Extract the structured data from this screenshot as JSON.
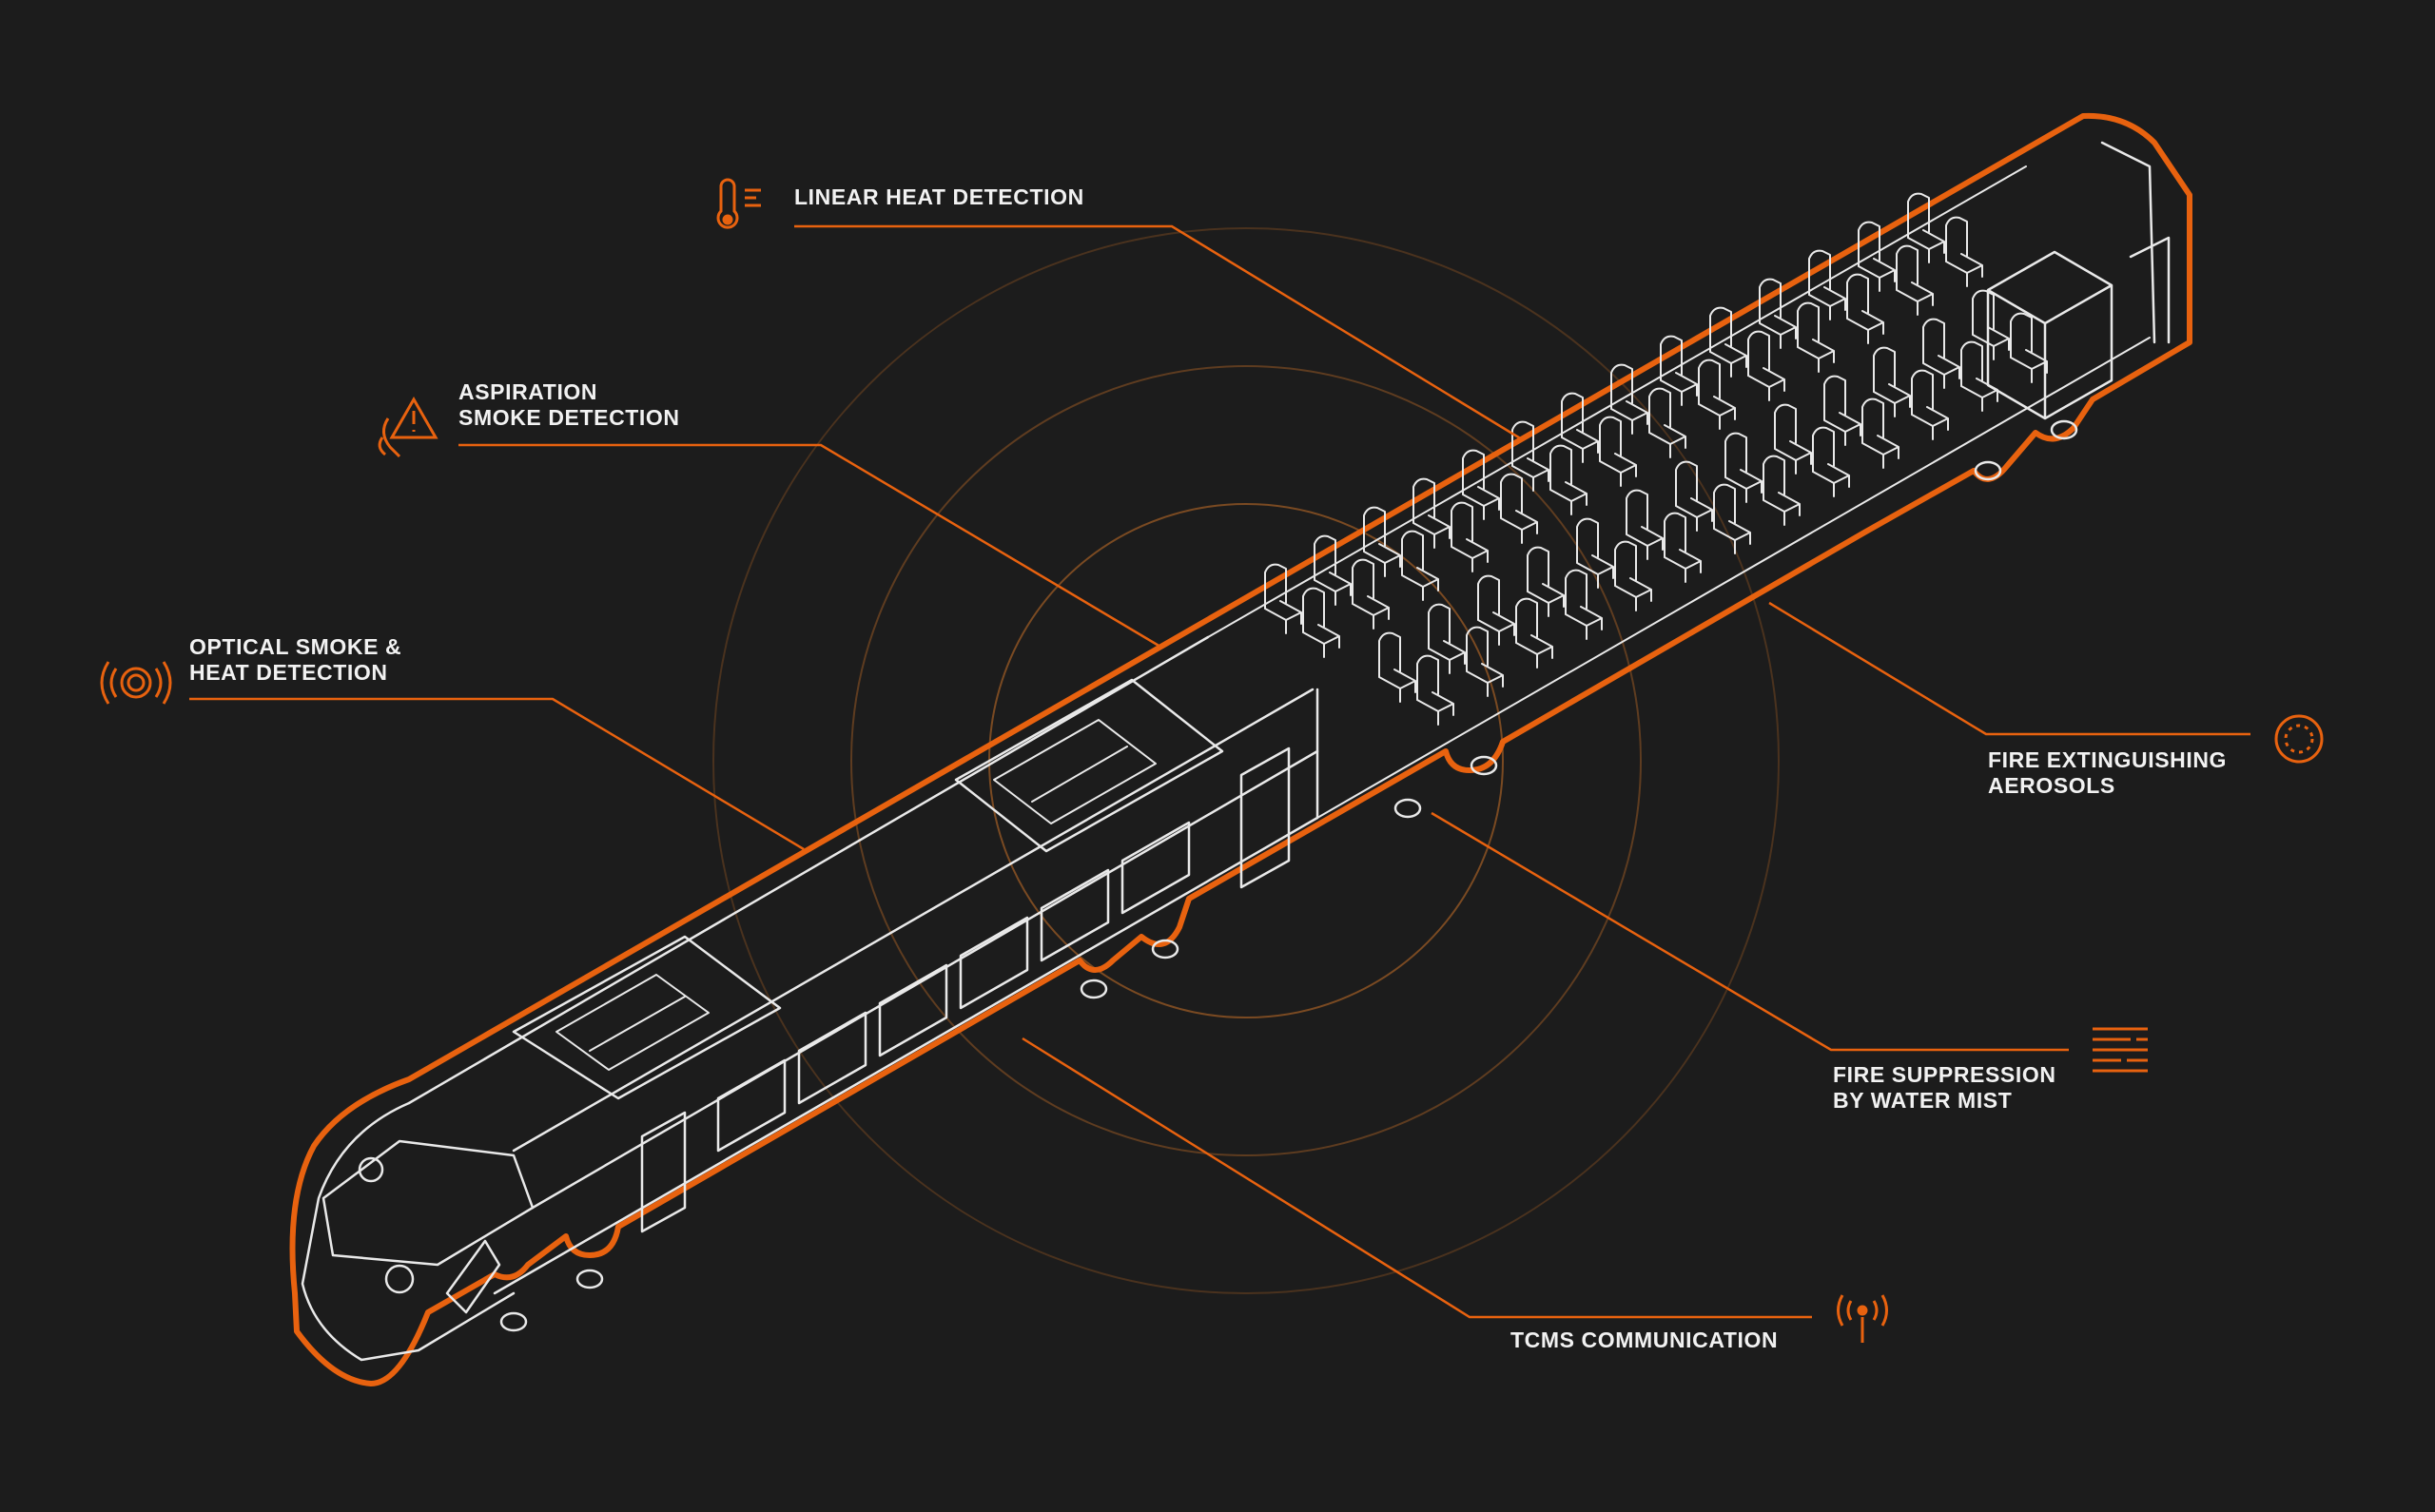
{
  "colors": {
    "background": "#1c1c1c",
    "accent": "#e8620f",
    "ring": "#6a4322",
    "outline": "#e9e9e9",
    "text": "#f2f2f2"
  },
  "callouts": [
    {
      "id": "linear-heat",
      "lines": [
        "LINEAR HEAT DETECTION"
      ],
      "icon": "thermometer-icon"
    },
    {
      "id": "aspiration-smoke",
      "lines": [
        "ASPIRATION",
        "SMOKE DETECTION"
      ],
      "icon": "smoke-alarm-icon"
    },
    {
      "id": "optical-smoke-heat",
      "lines": [
        "OPTICAL SMOKE &",
        "HEAT DETECTION"
      ],
      "icon": "signal-sensor-icon"
    },
    {
      "id": "fire-aerosols",
      "lines": [
        "FIRE EXTINGUISHING",
        "AEROSOLS"
      ],
      "icon": "aerosol-ring-icon"
    },
    {
      "id": "water-mist",
      "lines": [
        "FIRE SUPPRESSION",
        "BY WATER MIST"
      ],
      "icon": "water-mist-icon"
    },
    {
      "id": "tcms",
      "lines": [
        "TCMS COMMUNICATION"
      ],
      "icon": "antenna-icon"
    }
  ]
}
